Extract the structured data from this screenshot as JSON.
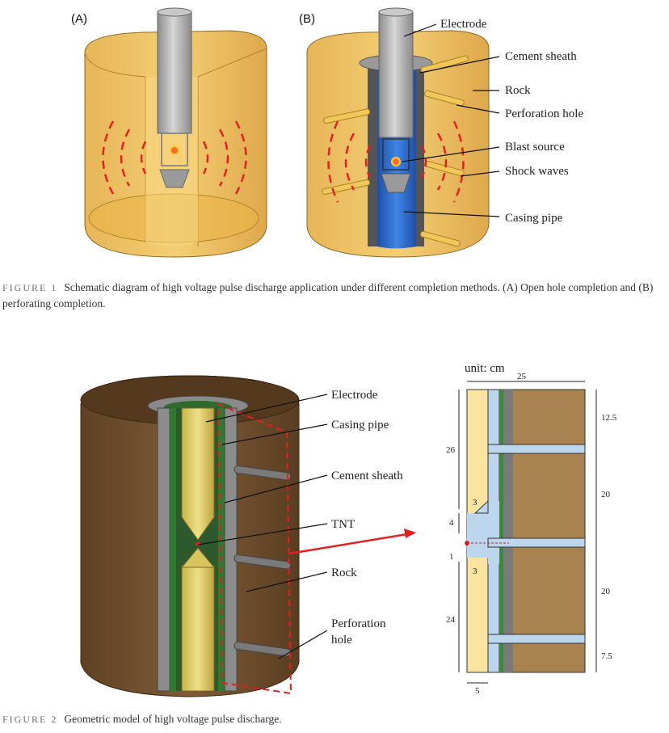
{
  "figure1": {
    "panel_a": "(A)",
    "panel_b": "(B)",
    "labels": {
      "electrode": "Electrode",
      "cement_sheath": "Cement sheath",
      "rock": "Rock",
      "perforation_hole": "Perforation hole",
      "blast_source": "Blast source",
      "shock_waves": "Shock waves",
      "casing_pipe": "Casing pipe"
    },
    "caption_number": "FIGURE 1",
    "caption_text": "Schematic diagram of high voltage pulse discharge application under different completion methods. (A) Open hole completion and (B) perforating completion."
  },
  "figure2": {
    "labels": {
      "electrode": "Electrode",
      "casing_pipe": "Casing pipe",
      "cement_sheath": "Cement sheath",
      "tnt": "TNT",
      "rock": "Rock",
      "perforation_1": "Perforation",
      "perforation_2": "hole"
    },
    "unit": "unit: cm",
    "dims": {
      "top_width": "25",
      "top_gap": "12.5",
      "upper_electrode": "26",
      "spacing_1": "20",
      "cone_width_top": "3",
      "cone_height": "4",
      "gap": "1",
      "cone_width_bottom": "3",
      "spacing_2": "20",
      "lower_electrode": "24",
      "bottom_gap": "7.5",
      "bottom_width": "5"
    },
    "caption_number": "FIGURE 2",
    "caption_text": "Geometric model of high voltage pulse discharge."
  },
  "colors": {
    "rock_gold": "#e8b945",
    "rock_brown": "#7a5a35",
    "casing_blue": "#2f6fd0",
    "electrode_gray": "#b3b3b3",
    "shock_red": "#e52020",
    "cement_green": "#3a8a3a",
    "diagram_fill": "#a8824f",
    "diagram_blue": "#bcd6ee",
    "diagram_yellow": "#fbe3a0"
  }
}
